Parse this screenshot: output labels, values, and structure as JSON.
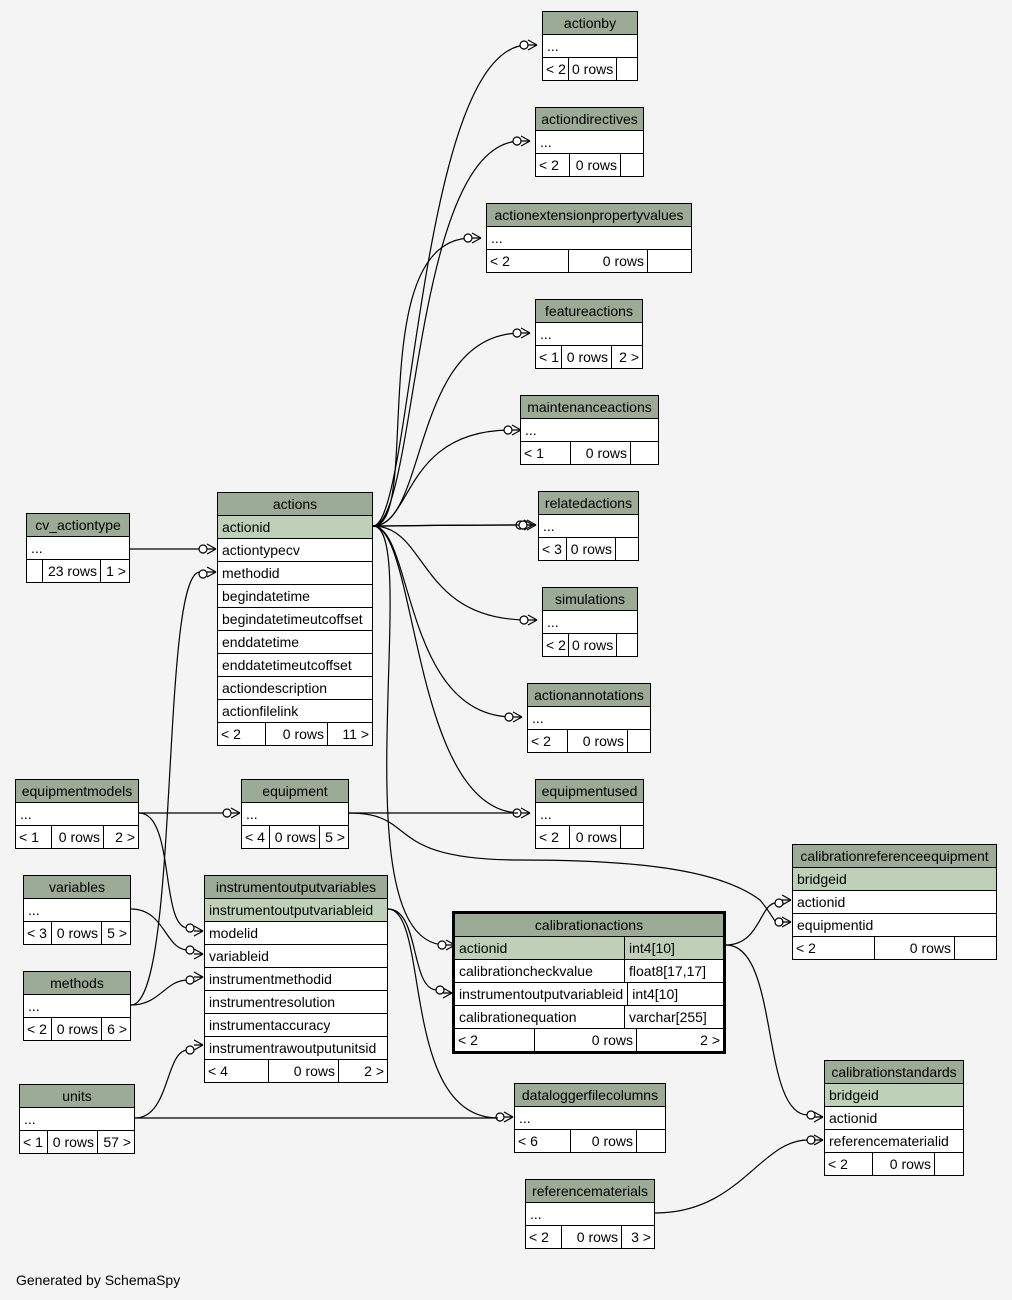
{
  "footer": "Generated by SchemaSpy",
  "colors": {
    "header": "#9bab96",
    "primary_key": "#bed1b8",
    "background": "#f4f4f4"
  },
  "tables": {
    "actionby": {
      "name": "actionby",
      "rows": [
        "..."
      ],
      "foot": [
        "< 2",
        "0 rows",
        ""
      ]
    },
    "actiondirectives": {
      "name": "actiondirectives",
      "rows": [
        "..."
      ],
      "foot": [
        "< 2",
        "0 rows",
        ""
      ]
    },
    "actionextensionpropertyvalues": {
      "name": "actionextensionpropertyvalues",
      "rows": [
        "..."
      ],
      "foot": [
        "< 2",
        "0 rows",
        ""
      ]
    },
    "featureactions": {
      "name": "featureactions",
      "rows": [
        "..."
      ],
      "foot": [
        "< 1",
        "0 rows",
        "2 >"
      ]
    },
    "maintenanceactions": {
      "name": "maintenanceactions",
      "rows": [
        "..."
      ],
      "foot": [
        "< 1",
        "0 rows",
        ""
      ]
    },
    "relatedactions": {
      "name": "relatedactions",
      "rows": [
        "..."
      ],
      "foot": [
        "< 3",
        "0 rows",
        ""
      ]
    },
    "simulations": {
      "name": "simulations",
      "rows": [
        "..."
      ],
      "foot": [
        "< 2",
        "0 rows",
        ""
      ]
    },
    "actionannotations": {
      "name": "actionannotations",
      "rows": [
        "..."
      ],
      "foot": [
        "< 2",
        "0 rows",
        ""
      ]
    },
    "equipmentused": {
      "name": "equipmentused",
      "rows": [
        "..."
      ],
      "foot": [
        "< 2",
        "0 rows",
        ""
      ]
    },
    "cv_actiontype": {
      "name": "cv_actiontype",
      "rows": [
        "..."
      ],
      "foot": [
        "",
        "23 rows",
        "1 >"
      ]
    },
    "actions": {
      "name": "actions",
      "rows": [
        "actionid",
        "actiontypecv",
        "methodid",
        "begindatetime",
        "begindatetimeutcoffset",
        "enddatetime",
        "enddatetimeutcoffset",
        "actiondescription",
        "actionfilelink"
      ],
      "foot": [
        "< 2",
        "0 rows",
        "11 >"
      ]
    },
    "equipmentmodels": {
      "name": "equipmentmodels",
      "rows": [
        "..."
      ],
      "foot": [
        "< 1",
        "0 rows",
        "2 >"
      ]
    },
    "equipment": {
      "name": "equipment",
      "rows": [
        "..."
      ],
      "foot": [
        "< 4",
        "0 rows",
        "5 >"
      ]
    },
    "variables": {
      "name": "variables",
      "rows": [
        "..."
      ],
      "foot": [
        "< 3",
        "0 rows",
        "5 >"
      ]
    },
    "methods": {
      "name": "methods",
      "rows": [
        "..."
      ],
      "foot": [
        "< 2",
        "0 rows",
        "6 >"
      ]
    },
    "units": {
      "name": "units",
      "rows": [
        "..."
      ],
      "foot": [
        "< 1",
        "0 rows",
        "57 >"
      ]
    },
    "instrumentoutputvariables": {
      "name": "instrumentoutputvariables",
      "rows": [
        "instrumentoutputvariableid",
        "modelid",
        "variableid",
        "instrumentmethodid",
        "instrumentresolution",
        "instrumentaccuracy",
        "instrumentrawoutputunitsid"
      ],
      "foot": [
        "< 4",
        "0 rows",
        "2 >"
      ]
    },
    "calibrationactions": {
      "name": "calibrationactions",
      "rows": [
        "actionid",
        "calibrationcheckvalue",
        "instrumentoutputvariableid",
        "calibrationequation"
      ],
      "types": [
        "int4[10]",
        "float8[17,17]",
        "int4[10]",
        "varchar[255]"
      ],
      "foot": [
        "< 2",
        "0 rows",
        "2 >"
      ]
    },
    "calibrationreferenceequipment": {
      "name": "calibrationreferenceequipment",
      "rows": [
        "bridgeid",
        "actionid",
        "equipmentid"
      ],
      "foot": [
        "< 2",
        "0 rows",
        ""
      ]
    },
    "calibrationstandards": {
      "name": "calibrationstandards",
      "rows": [
        "bridgeid",
        "actionid",
        "referencematerialid"
      ],
      "foot": [
        "< 2",
        "0 rows",
        ""
      ]
    },
    "dataloggerfilecolumns": {
      "name": "dataloggerfilecolumns",
      "rows": [
        "..."
      ],
      "foot": [
        "< 6",
        "0 rows",
        ""
      ]
    },
    "referencematerials": {
      "name": "referencematerials",
      "rows": [
        "..."
      ],
      "foot": [
        "< 2",
        "0 rows",
        "3 >"
      ]
    }
  }
}
